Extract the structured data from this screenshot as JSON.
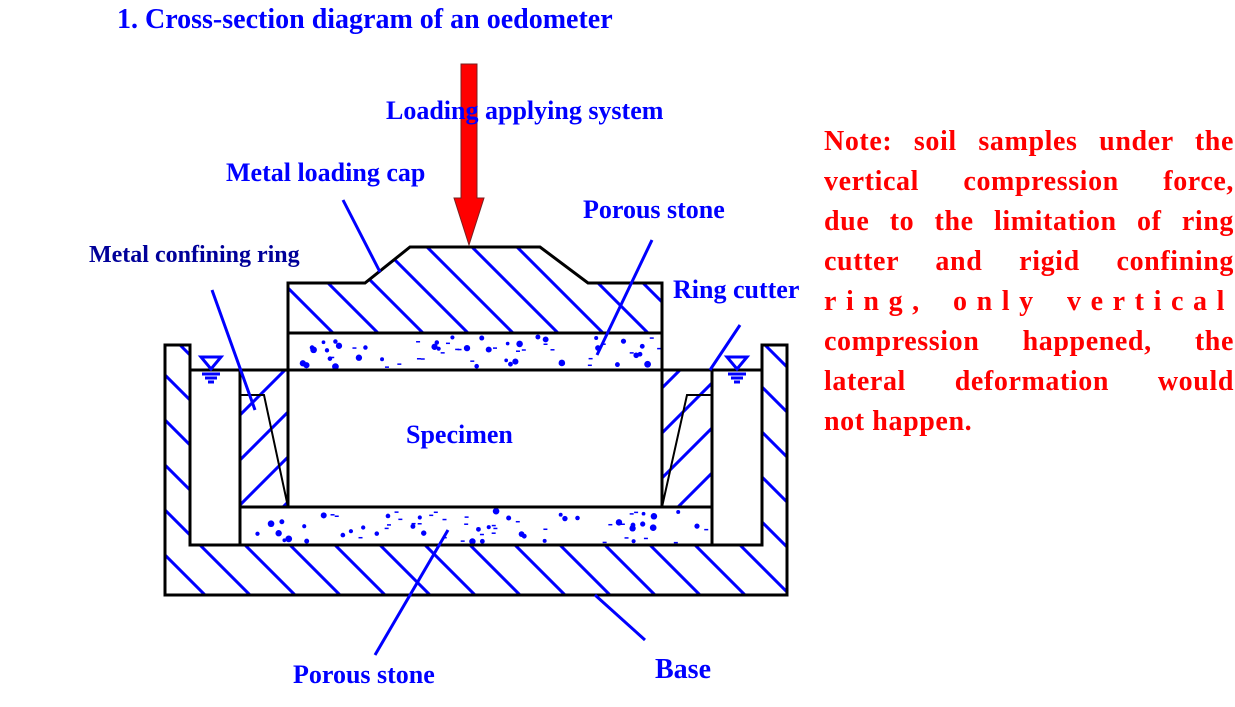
{
  "title": "1. Cross-section diagram of an oedometer",
  "labels": {
    "loading_system": "Loading applying system",
    "loading_cap": "Metal loading cap",
    "porous_stone_top": "Porous stone",
    "confining_ring": "Metal confining ring",
    "ring_cutter": "Ring cutter",
    "specimen": "Specimen",
    "porous_stone_bottom": "Porous stone",
    "base": "Base"
  },
  "note": {
    "lines": [
      "Note: soil samples under the",
      "vertical compression force,",
      "due to the limitation of ring",
      "cutter and rigid confining",
      "ring, only vertical",
      "compression happened, the",
      "lateral deformation would",
      "not happen."
    ]
  },
  "colors": {
    "label_blue": "#0000ff",
    "label_navy": "#000099",
    "note_red": "#ff0000",
    "arrow_red": "#ff0000",
    "hatch_blue": "#0000ff",
    "outline_black": "#000000"
  },
  "icons": {
    "water_level_left": "water-level-icon",
    "water_level_right": "water-level-icon",
    "load_arrow": "down-arrow-icon"
  }
}
